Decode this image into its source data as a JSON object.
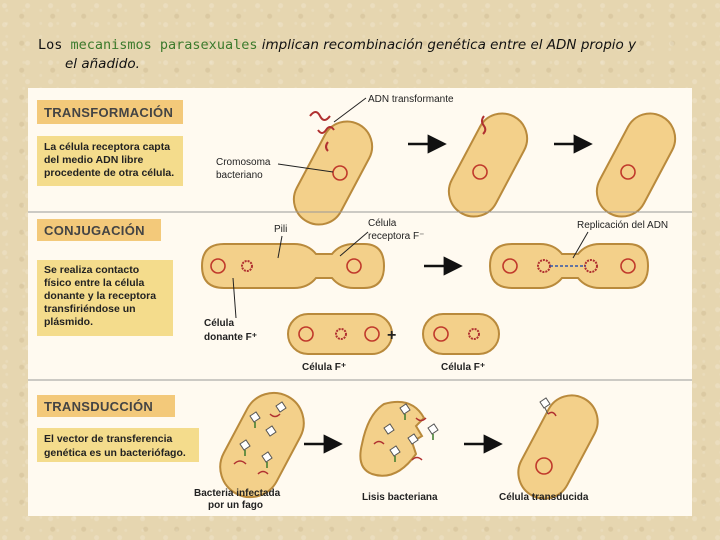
{
  "heading": {
    "prefix": "Los ",
    "keyword": "mecanismos parasexuales",
    "line1_rest": " implican recombinación genética entre el ADN propio y",
    "line2": "el añadido."
  },
  "colors": {
    "section_header_bg": "#f3c97a",
    "description_bg": "#f4dc8c",
    "cell_fill": "#f3d08a",
    "cell_stroke": "#b98a3c",
    "chromosome_ring": "#c0392b",
    "plasmid": "#b03030",
    "arrow": "#111111"
  },
  "transformation": {
    "title": "TRANSFORMACIÓN",
    "description": [
      "La célula receptora capta",
      "del medio ADN libre",
      "procedente de otra célula."
    ],
    "label_dna": "ADN transformante",
    "label_chromosome": [
      "Cromosoma",
      "bacteriano"
    ]
  },
  "conjugation": {
    "title": "CONJUGACIÓN",
    "description": [
      "Se realiza contacto",
      "físico entre la célula",
      "donante y la receptora",
      "transfiriéndose un",
      "plásmido."
    ],
    "label_pili": "Pili",
    "label_receptor": [
      "Célula",
      "receptora F⁻"
    ],
    "label_replication": "Replicación del ADN",
    "label_donor": [
      "Célula",
      "donante F⁺"
    ],
    "plus": "+",
    "label_f1": "Célula F⁺",
    "label_f2": "Célula F⁺"
  },
  "transduction": {
    "title": "TRANSDUCCIÓN",
    "description": [
      "El vector de transferencia",
      "genética es un bacteriófago."
    ],
    "label_infected": [
      "Bacteria infectada",
      "por un fago"
    ],
    "label_lysis": "Lisis bacteriana",
    "label_transduced": "Célula transducida"
  }
}
